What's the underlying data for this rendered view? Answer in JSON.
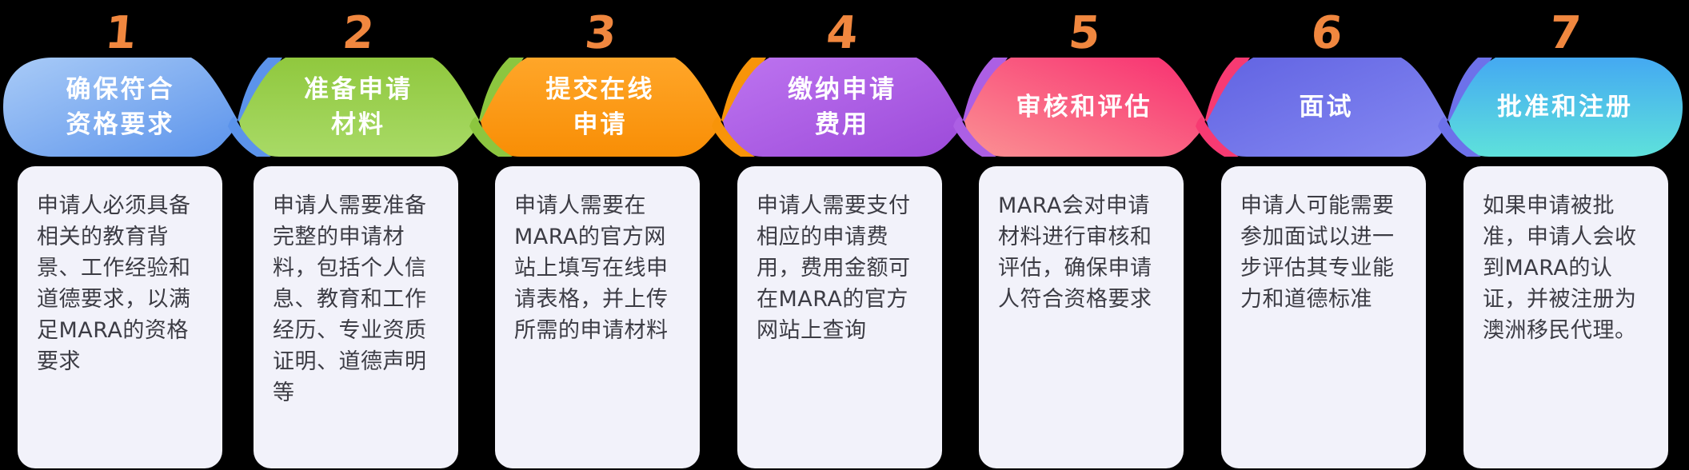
{
  "background": "#000000",
  "numbers_color": "#F0873F",
  "card_style": {
    "bg": "#F2F2FA",
    "text": "#3C3C44"
  },
  "steps": [
    {
      "number": "1",
      "title": "确保符合\n资格要求",
      "description": "申请人必须具备相关的教育背景、工作经验和道德要求，以满足MARA的资格要求",
      "ribbon": {
        "from": "#A9CBF7",
        "to": "#5B93EB",
        "dir": "diag",
        "sliver": "#5B93EB"
      }
    },
    {
      "number": "2",
      "title": "准备申请\n材料",
      "description": "申请人需要准备完整的申请材料，包括个人信息、教育和工作经历、专业资质证明、道德声明等",
      "ribbon": {
        "from": "#90C83E",
        "to": "#A8DA66",
        "dir": "vert",
        "sliver": "#8CC63F"
      }
    },
    {
      "number": "3",
      "title": "提交在线\n申请",
      "description": "申请人需要在MARA的官方网站上填写在线申请表格，并上传所需的申请材料",
      "ribbon": {
        "from": "#FFA629",
        "to": "#F88E05",
        "dir": "vert",
        "sliver": "#F89409"
      }
    },
    {
      "number": "4",
      "title": "缴纳申请\n费用",
      "description": "申请人需要支付相应的申请费用，费用金额可在MARA的官方网站上查询",
      "ribbon": {
        "from": "#BD74F0",
        "to": "#9C4AD9",
        "dir": "diag",
        "sliver": "#AC5FE4"
      }
    },
    {
      "number": "5",
      "title": "审核和评估",
      "description": "MARA会对申请材料进行审核和评估，确保申请人符合资格要求",
      "ribbon": {
        "from": "#F82E70",
        "to": "#FB9193",
        "dir": "diag-rev",
        "sliver": "#F73A72"
      }
    },
    {
      "number": "6",
      "title": "面试",
      "description": "申请人可能需要参加面试以进一步评估其专业能力和道德标准",
      "ribbon": {
        "from": "#6163E2",
        "to": "#8589F2",
        "dir": "diag",
        "sliver": "#6D71EA"
      }
    },
    {
      "number": "7",
      "title": "批准和注册",
      "description": "如果申请被批准，申请人会收到MARA的认证，并被注册为澳洲移民代理。",
      "ribbon": {
        "from": "#44A9F2",
        "to": "#5EE1DB",
        "dir": "vert",
        "sliver": "#44A9F2"
      }
    }
  ]
}
